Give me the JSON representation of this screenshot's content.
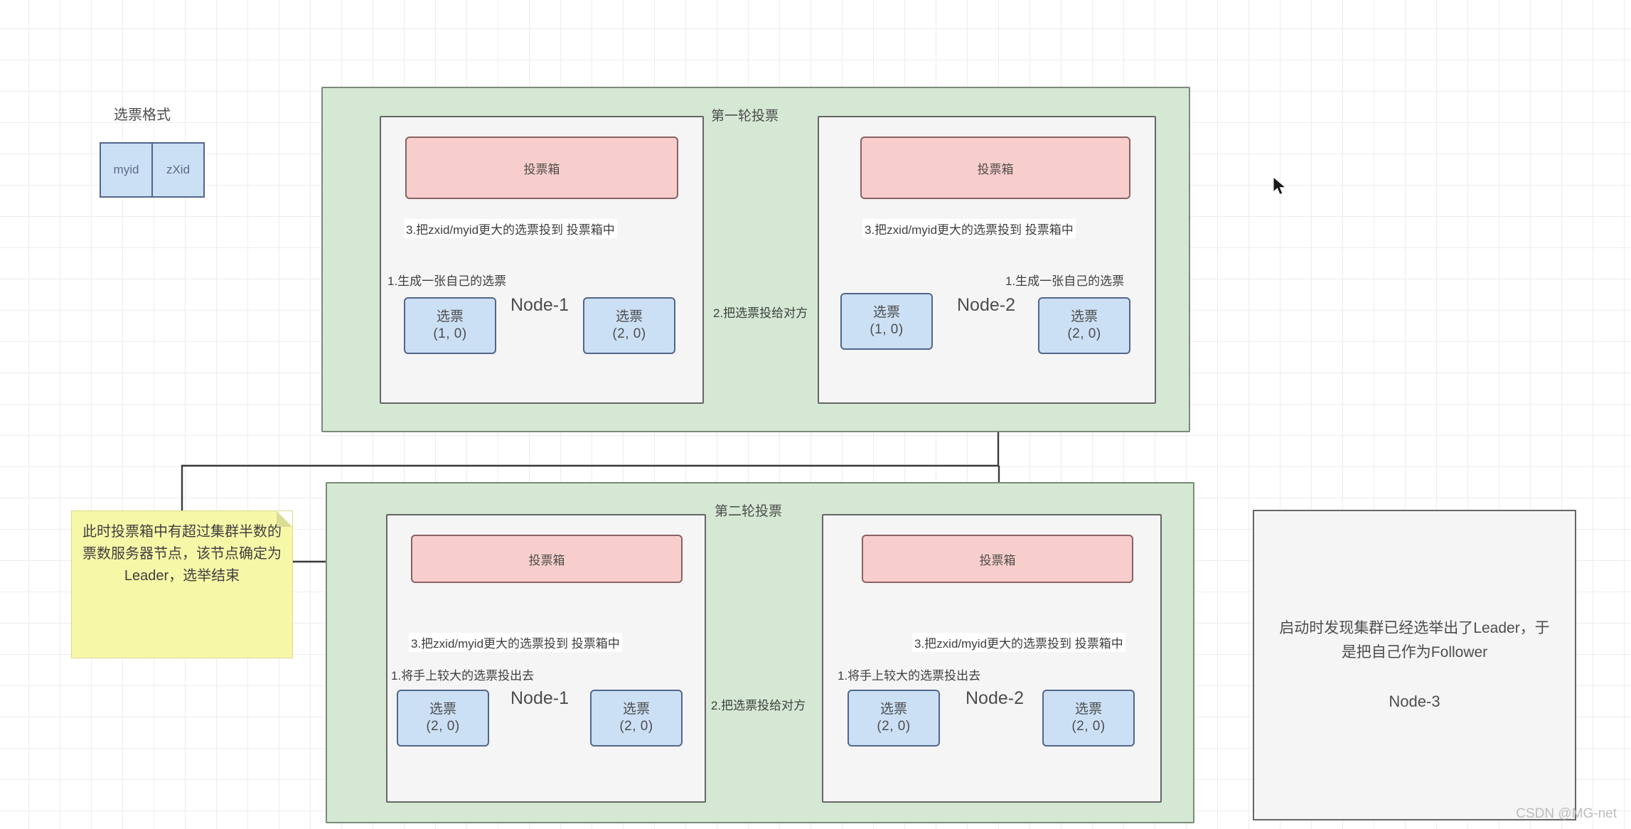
{
  "legend": {
    "title": "选票格式",
    "cells": [
      "myid",
      "zXid"
    ]
  },
  "rounds": [
    {
      "title": "第一轮投票",
      "nodes": [
        {
          "name": "Node-1",
          "ballotbox_label": "投票箱",
          "step1": "1.生成一张自己的选票",
          "step3": "3.把zxid/myid更大的选票投到 投票箱中",
          "ballots": [
            {
              "label": "选票",
              "value": "(1, 0)"
            },
            {
              "label": "选票",
              "value": "(2, 0)"
            }
          ]
        },
        {
          "name": "Node-2",
          "ballotbox_label": "投票箱",
          "step1": "1.生成一张自己的选票",
          "step3": "3.把zxid/myid更大的选票投到 投票箱中",
          "ballots": [
            {
              "label": "选票",
              "value": "(1, 0)"
            },
            {
              "label": "选票",
              "value": "(2, 0)"
            }
          ]
        }
      ],
      "exchange_label": "2.把选票投给对方"
    },
    {
      "title": "第二轮投票",
      "nodes": [
        {
          "name": "Node-1",
          "ballotbox_label": "投票箱",
          "step1": "1.将手上较大的选票投出去",
          "step3": "3.把zxid/myid更大的选票投到 投票箱中",
          "ballots": [
            {
              "label": "选票",
              "value": "(2, 0)"
            },
            {
              "label": "选票",
              "value": "(2, 0)"
            }
          ]
        },
        {
          "name": "Node-2",
          "ballotbox_label": "投票箱",
          "step1": "1.将手上较大的选票投出去",
          "step3": "3.把zxid/myid更大的选票投到 投票箱中",
          "ballots": [
            {
              "label": "选票",
              "value": "(2, 0)"
            },
            {
              "label": "选票",
              "value": "(2, 0)"
            }
          ]
        }
      ],
      "exchange_label": "2.把选票投给对方"
    }
  ],
  "sticky_note": {
    "text": "此时投票箱中有超过集群半数的票数服务器节点，该节点确定为Leader，选举结束"
  },
  "node3": {
    "description": "启动时发现集群已经选举出了Leader，于是把自己作为Follower",
    "name": "Node-3"
  },
  "watermark": "CSDN @MG-net",
  "colors": {
    "group_fill": "#d5e8d4",
    "panel_fill": "#f5f5f5",
    "ballotbox_fill": "#f8cecc",
    "ballot_fill": "#cce0f5",
    "sticky_fill": "#f7f7a8",
    "stroke": "#666666"
  }
}
